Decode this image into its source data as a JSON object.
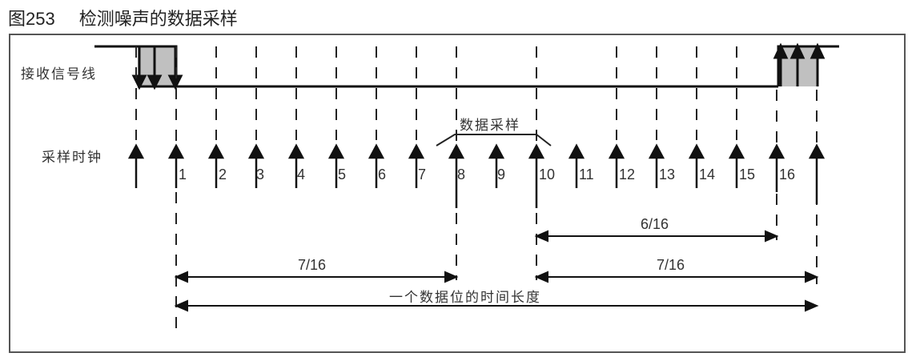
{
  "figure": {
    "number": "图253",
    "caption": "检测噪声的数据采样"
  },
  "labels": {
    "rx_line": "接收信号线",
    "sample_clock": "采样时钟",
    "data_sampling": "数据采样",
    "bit_duration": "一个数据位的时间长度"
  },
  "clock_ticks": [
    "1",
    "2",
    "3",
    "4",
    "5",
    "6",
    "7",
    "8",
    "9",
    "10",
    "11",
    "12",
    "13",
    "14",
    "15",
    "16"
  ],
  "measurements": {
    "left_7_16": "7/16",
    "right_6_16": "6/16",
    "right_7_16": "7/16"
  },
  "colors": {
    "line": "#111111",
    "shade": "#c0c0c0",
    "border": "#555555"
  }
}
